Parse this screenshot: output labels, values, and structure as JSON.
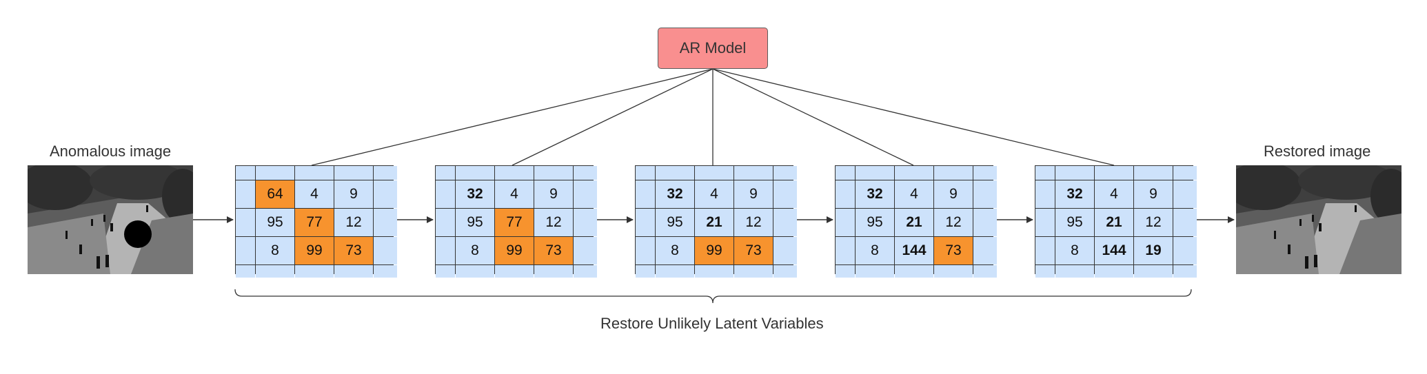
{
  "labels": {
    "anomalous": "Anomalous image",
    "restored": "Restored image",
    "model": "AR Model",
    "brace": "Restore Unlikely Latent Variables"
  },
  "colors": {
    "cell": "#cde2fb",
    "highlight": "#f7932e",
    "model_box": "#f98f8f",
    "line": "#333333"
  },
  "icons": {
    "anomaly_mark": "black-circle"
  },
  "grids": [
    {
      "rows": [
        [
          {
            "v": "64",
            "hl": true,
            "b": false
          },
          {
            "v": "4",
            "hl": false,
            "b": false
          },
          {
            "v": "9",
            "hl": false,
            "b": false
          }
        ],
        [
          {
            "v": "95",
            "hl": false,
            "b": false
          },
          {
            "v": "77",
            "hl": true,
            "b": false
          },
          {
            "v": "12",
            "hl": false,
            "b": false
          }
        ],
        [
          {
            "v": "8",
            "hl": false,
            "b": false
          },
          {
            "v": "99",
            "hl": true,
            "b": false
          },
          {
            "v": "73",
            "hl": true,
            "b": false
          }
        ]
      ]
    },
    {
      "rows": [
        [
          {
            "v": "32",
            "hl": false,
            "b": true
          },
          {
            "v": "4",
            "hl": false,
            "b": false
          },
          {
            "v": "9",
            "hl": false,
            "b": false
          }
        ],
        [
          {
            "v": "95",
            "hl": false,
            "b": false
          },
          {
            "v": "77",
            "hl": true,
            "b": false
          },
          {
            "v": "12",
            "hl": false,
            "b": false
          }
        ],
        [
          {
            "v": "8",
            "hl": false,
            "b": false
          },
          {
            "v": "99",
            "hl": true,
            "b": false
          },
          {
            "v": "73",
            "hl": true,
            "b": false
          }
        ]
      ]
    },
    {
      "rows": [
        [
          {
            "v": "32",
            "hl": false,
            "b": true
          },
          {
            "v": "4",
            "hl": false,
            "b": false
          },
          {
            "v": "9",
            "hl": false,
            "b": false
          }
        ],
        [
          {
            "v": "95",
            "hl": false,
            "b": false
          },
          {
            "v": "21",
            "hl": false,
            "b": true
          },
          {
            "v": "12",
            "hl": false,
            "b": false
          }
        ],
        [
          {
            "v": "8",
            "hl": false,
            "b": false
          },
          {
            "v": "99",
            "hl": true,
            "b": false
          },
          {
            "v": "73",
            "hl": true,
            "b": false
          }
        ]
      ]
    },
    {
      "rows": [
        [
          {
            "v": "32",
            "hl": false,
            "b": true
          },
          {
            "v": "4",
            "hl": false,
            "b": false
          },
          {
            "v": "9",
            "hl": false,
            "b": false
          }
        ],
        [
          {
            "v": "95",
            "hl": false,
            "b": false
          },
          {
            "v": "21",
            "hl": false,
            "b": true
          },
          {
            "v": "12",
            "hl": false,
            "b": false
          }
        ],
        [
          {
            "v": "8",
            "hl": false,
            "b": false
          },
          {
            "v": "144",
            "hl": false,
            "b": true
          },
          {
            "v": "73",
            "hl": true,
            "b": false
          }
        ]
      ]
    },
    {
      "rows": [
        [
          {
            "v": "32",
            "hl": false,
            "b": true
          },
          {
            "v": "4",
            "hl": false,
            "b": false
          },
          {
            "v": "9",
            "hl": false,
            "b": false
          }
        ],
        [
          {
            "v": "95",
            "hl": false,
            "b": false
          },
          {
            "v": "21",
            "hl": false,
            "b": true
          },
          {
            "v": "12",
            "hl": false,
            "b": false
          }
        ],
        [
          {
            "v": "8",
            "hl": false,
            "b": false
          },
          {
            "v": "144",
            "hl": false,
            "b": true
          },
          {
            "v": "19",
            "hl": false,
            "b": true
          }
        ]
      ]
    }
  ]
}
